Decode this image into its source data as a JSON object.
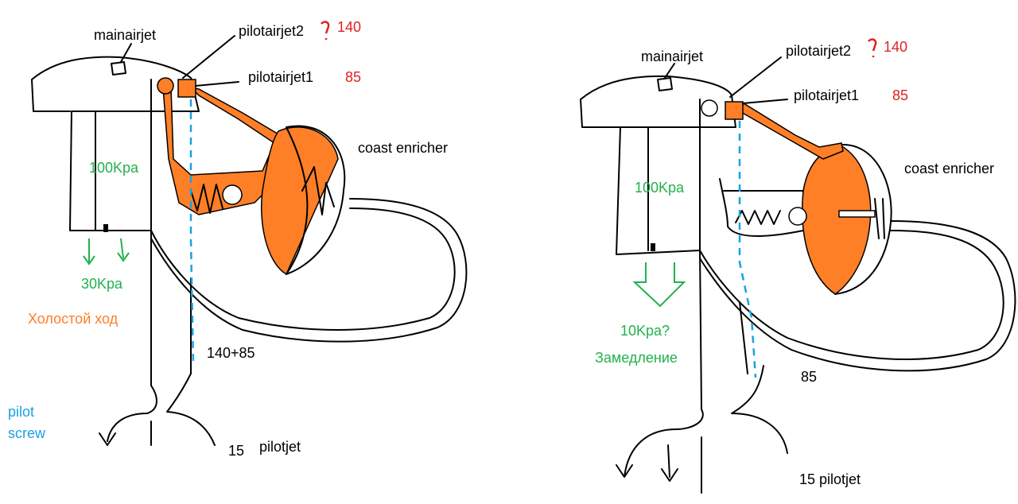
{
  "colors": {
    "black": "#000000",
    "red": "#e02020",
    "green": "#22b14c",
    "orange": "#ff7f27",
    "blue": "#1ba1e2"
  },
  "left": {
    "mainairjet": "mainairjet",
    "pilotairjet2": "pilotairjet2",
    "pilotairjet2_value": "140",
    "pilotairjet1": "pilotairjet1",
    "pilotairjet1_value": "85",
    "coast_enricher": "coast enricher",
    "pressure_upper": "100Kpa",
    "pressure_lower": "30Kpa",
    "mode": "Холостой ход",
    "jet_sum": "140+85",
    "pilot_screw_1": "pilot",
    "pilot_screw_2": "screw",
    "pilotjet_value": "15",
    "pilotjet": "pilotjet"
  },
  "right": {
    "mainairjet": "mainairjet",
    "pilotairjet2": "pilotairjet2",
    "pilotairjet2_value": "140",
    "pilotairjet1": "pilotairjet1",
    "pilotairjet1_value": "85",
    "coast_enricher": "coast enricher",
    "pressure_upper": "100Kpa",
    "pressure_lower": "10Kpa?",
    "mode": "Замедление",
    "jet_value": "85",
    "pilotjet": "15 pilotjet"
  }
}
